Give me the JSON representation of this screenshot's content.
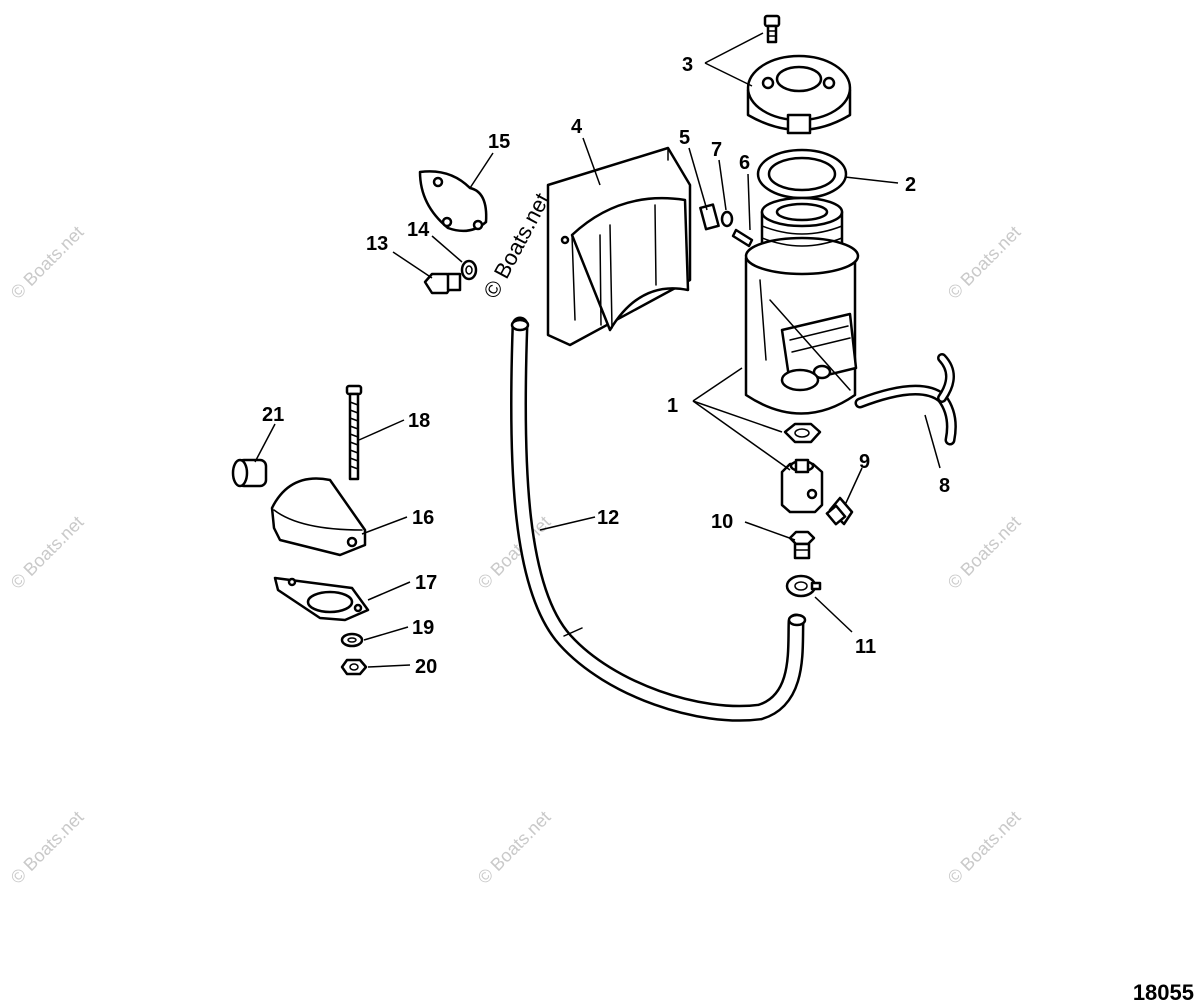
{
  "figure_number": "18055",
  "watermark": "© Boats.net",
  "callouts": [
    "1",
    "2",
    "3",
    "4",
    "5",
    "6",
    "7",
    "8",
    "9",
    "10",
    "11",
    "12",
    "13",
    "14",
    "15",
    "16",
    "17",
    "18",
    "19",
    "20",
    "21"
  ]
}
